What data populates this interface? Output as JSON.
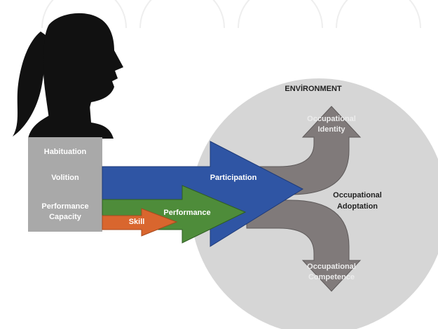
{
  "environment": {
    "title": "ENVİRONMENT",
    "center_label_line1": "Occupational",
    "center_label_line2": "Adoptation"
  },
  "person_box": {
    "items": [
      "Habituation",
      "Volition",
      "Performance",
      "Capacity"
    ]
  },
  "arrows": {
    "participation": "Participation",
    "performance": "Performance",
    "skill": "Skill"
  },
  "outcomes": {
    "identity_line1": "Occupational",
    "identity_line2": "Identity",
    "competence_line1": "Occupational",
    "competence_line2": "Competence"
  },
  "colors": {
    "participation": "#2f55a4",
    "performance": "#4e8c3a",
    "skill": "#d9662e",
    "person_box": "#a9a9a9",
    "environment": "#d6d6d6",
    "outcome_arrow": "#807a7a",
    "silhouette": "#111111"
  }
}
